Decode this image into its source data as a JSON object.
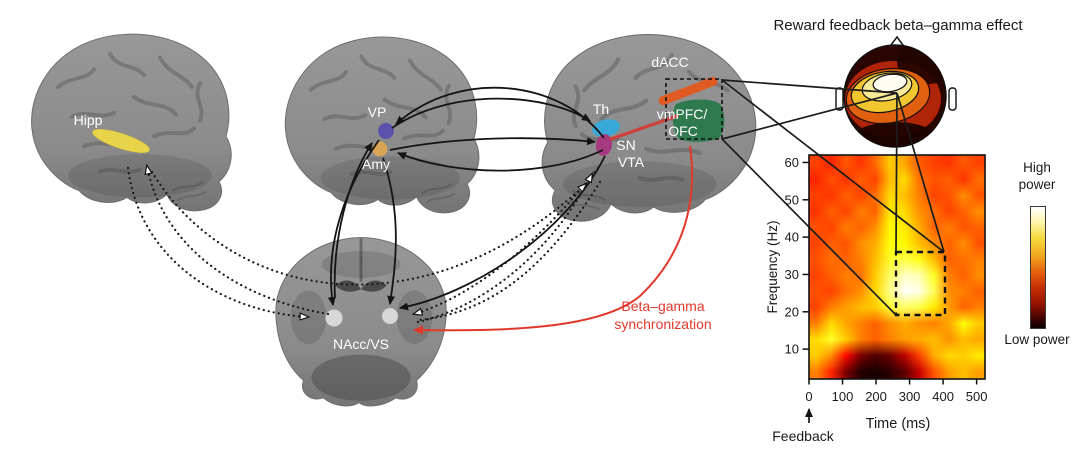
{
  "figure": {
    "region_labels": {
      "hipp": "Hipp",
      "vp": "VP",
      "amy": "Amy",
      "th": "Th",
      "sn": "SN",
      "vta": "VTA",
      "dacc": "dACC",
      "vmpfc_line1": "vmPFC/",
      "vmpfc_line2": "OFC",
      "nacc": "NAcc/VS"
    },
    "region_colors": {
      "hipp": "#e8d44a",
      "vp": "#5b51ad",
      "amy": "#d8a557",
      "th": "#38a8d8",
      "sn_vta": "#a63a80",
      "dacc": "#e05a24",
      "vmpfc_ofc": "#2e7a4e",
      "nacc": "#d7d7d7"
    },
    "annotations": {
      "beta_gamma_line1": "Beta–gamma",
      "beta_gamma_line2": "synchronization",
      "beta_gamma_color": "#e0392c"
    }
  },
  "chart_data": [
    {
      "type": "topomap",
      "title": "Reward feedback beta–gamma effect",
      "colormap": "hot",
      "peak_location": "fronto-central, slightly left of midline",
      "contours": true
    },
    {
      "type": "heatmap",
      "xlabel": "Time (ms)",
      "ylabel": "Frequency (Hz)",
      "x_ticks": [
        0,
        100,
        200,
        300,
        400,
        500
      ],
      "y_ticks": [
        10,
        20,
        30,
        40,
        50,
        60
      ],
      "t_axis_ms": [
        0,
        525
      ],
      "f_axis_hz": [
        2,
        62
      ],
      "colormap": "hot",
      "colorbar": {
        "high": "High power",
        "low": "Low power"
      },
      "highlight_box": {
        "t_ms": [
          260,
          405
        ],
        "f_hz": [
          19,
          35
        ],
        "style": "dashed"
      },
      "event_marker": {
        "t_ms": 0,
        "label": "Feedback"
      },
      "matrix_orientation": "rows top(62 Hz) to bottom(2 Hz), cols 0 to 525 ms",
      "matrix": [
        [
          0.42,
          0.38,
          0.45,
          0.4,
          0.47,
          0.6,
          0.55,
          0.45,
          0.42,
          0.4,
          0.45,
          0.42
        ],
        [
          0.38,
          0.44,
          0.4,
          0.46,
          0.42,
          0.58,
          0.62,
          0.48,
          0.44,
          0.46,
          0.4,
          0.48
        ],
        [
          0.42,
          0.4,
          0.46,
          0.42,
          0.48,
          0.62,
          0.58,
          0.5,
          0.42,
          0.44,
          0.52,
          0.44
        ],
        [
          0.4,
          0.46,
          0.42,
          0.5,
          0.46,
          0.64,
          0.62,
          0.52,
          0.48,
          0.42,
          0.46,
          0.52
        ],
        [
          0.44,
          0.42,
          0.5,
          0.46,
          0.52,
          0.66,
          0.64,
          0.56,
          0.46,
          0.5,
          0.44,
          0.46
        ],
        [
          0.42,
          0.46,
          0.44,
          0.52,
          0.56,
          0.68,
          0.66,
          0.58,
          0.52,
          0.46,
          0.52,
          0.44
        ],
        [
          0.44,
          0.48,
          0.46,
          0.5,
          0.58,
          0.72,
          0.76,
          0.7,
          0.58,
          0.46,
          0.48,
          0.5
        ],
        [
          0.42,
          0.46,
          0.5,
          0.48,
          0.6,
          0.8,
          0.93,
          0.9,
          0.72,
          0.5,
          0.46,
          0.52
        ],
        [
          0.44,
          0.42,
          0.48,
          0.52,
          0.62,
          0.85,
          1.0,
          0.97,
          0.78,
          0.52,
          0.5,
          0.46
        ],
        [
          0.42,
          0.5,
          0.54,
          0.58,
          0.6,
          0.74,
          0.8,
          0.76,
          0.64,
          0.54,
          0.46,
          0.5
        ],
        [
          0.5,
          0.62,
          0.55,
          0.5,
          0.46,
          0.52,
          0.56,
          0.52,
          0.5,
          0.55,
          0.68,
          0.6
        ],
        [
          0.62,
          0.72,
          0.6,
          0.5,
          0.46,
          0.5,
          0.54,
          0.56,
          0.58,
          0.52,
          0.58,
          0.55
        ],
        [
          0.6,
          0.52,
          0.34,
          0.16,
          0.1,
          0.14,
          0.25,
          0.42,
          0.56,
          0.62,
          0.6,
          0.64
        ],
        [
          0.5,
          0.38,
          0.16,
          0.05,
          0.03,
          0.06,
          0.12,
          0.26,
          0.44,
          0.54,
          0.58,
          0.54
        ]
      ]
    }
  ]
}
